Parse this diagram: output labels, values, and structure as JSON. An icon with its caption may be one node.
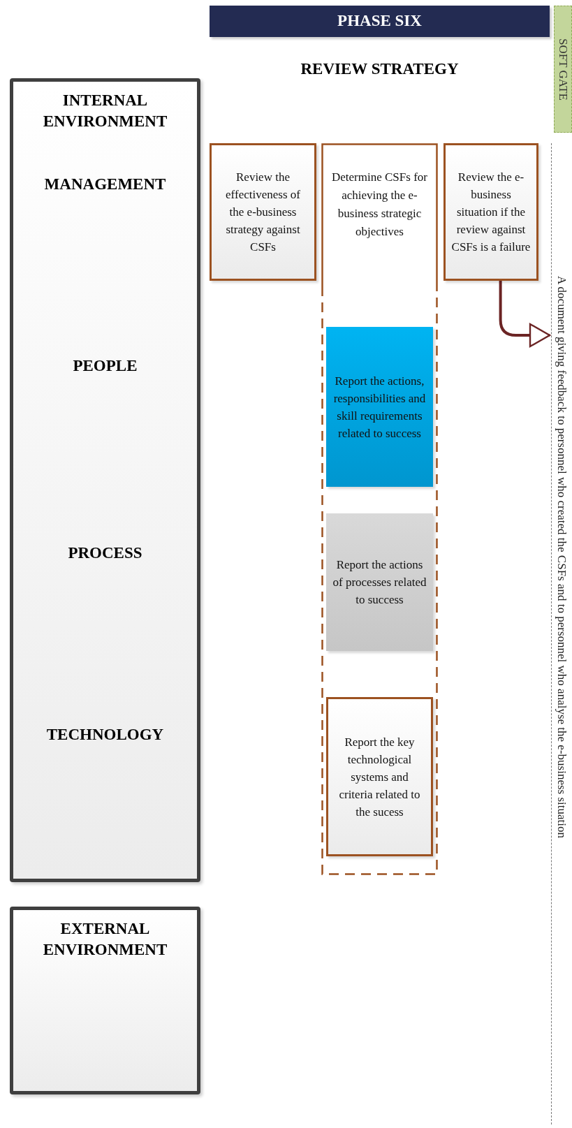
{
  "diagram": {
    "title": "REVIEW STRATEGY",
    "nodes": [
      {
        "text": [
          "INTERNAL ENVIRONMENT",
          "MANAGEMENT",
          "PEOPLE",
          "PROCESS",
          "TECHNOLOGY"
        ]
      },
      {
        "text": [
          "EXTERNAL ENVIRONMENT"
        ]
      },
      {
        "text": [
          "PHASE SIX"
        ]
      },
      {
        "text": [
          "SOFT GATE"
        ]
      },
      {
        "text": [
          "Review the effectiveness of the e-business strategy against CSFs"
        ]
      },
      {
        "text": [
          "Determine CSFs for achieving the e-business strategic objectives"
        ]
      },
      {
        "text": [
          "Report the actions, responsibilities and skill requirements related to success"
        ],
        "in": 5
      },
      {
        "text": [
          "Report the actions of processes related to success"
        ],
        "in": 5
      },
      {
        "text": [
          "Report the key technological systems and criteria related to the sucess"
        ],
        "in": 5
      },
      {
        "text": [
          "Review the e-business situation if the review against CSFs is a failure"
        ]
      },
      {
        "text": [
          "A document giving feedback to personnel who created the CSFs and to personnel who analyse the e-business situation"
        ]
      }
    ],
    "edges": [
      {
        "from": 9,
        "to": 10,
        "arrow": "to"
      }
    ]
  }
}
